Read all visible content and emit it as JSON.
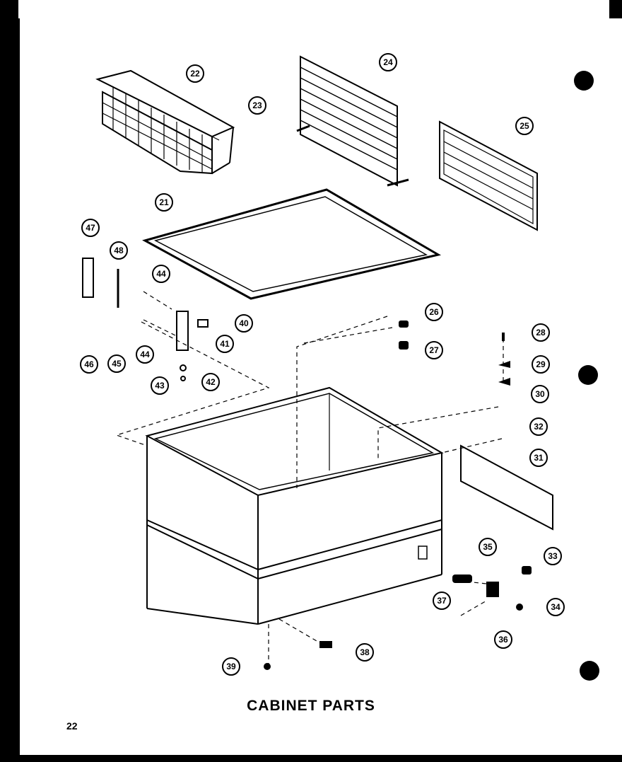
{
  "title": "CABINET PARTS",
  "page_number": "22",
  "callouts": [
    "21",
    "22",
    "23",
    "24",
    "25",
    "26",
    "27",
    "28",
    "29",
    "30",
    "31",
    "32",
    "33",
    "34",
    "35",
    "36",
    "37",
    "38",
    "39",
    "40",
    "41",
    "42",
    "43",
    "44",
    "44",
    "45",
    "46",
    "47",
    "48"
  ],
  "colors": {
    "ink": "#000000",
    "paper": "#ffffff"
  }
}
